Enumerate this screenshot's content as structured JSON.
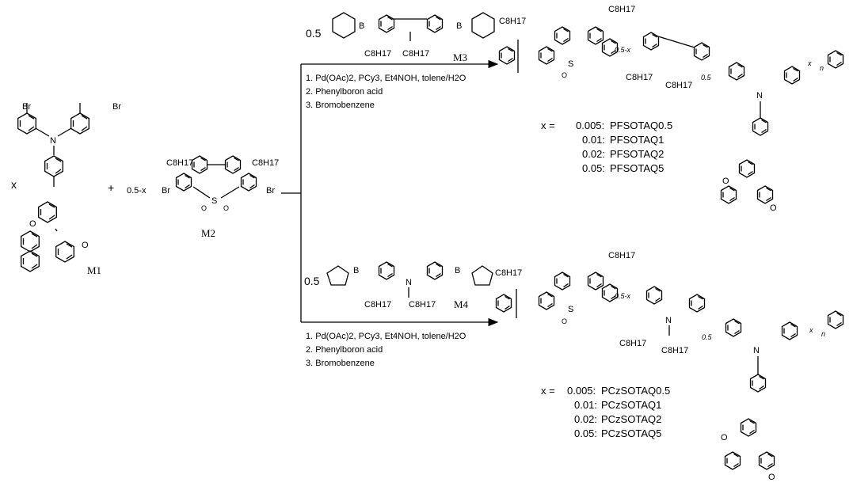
{
  "reactants": {
    "m1": {
      "label": "M1",
      "coef": "x",
      "br1": "Br",
      "br2": "Br",
      "n": "N",
      "o1": "O",
      "o2": "O"
    },
    "plus": "+",
    "m2": {
      "label": "M2",
      "coef": "0.5-x",
      "br1": "Br",
      "br2": "Br",
      "s": "S",
      "o1": "O",
      "o2": "O",
      "c1": "C8H17",
      "c2": "C8H17"
    }
  },
  "upper": {
    "reagent_coef": "0.5",
    "reagent_label": "M3",
    "b1": "B",
    "b2": "B",
    "o": "O",
    "alkyl1": "C8H17",
    "alkyl2": "C8H17",
    "conditions": [
      "1. Pd(OAc)2, PCy3, Et4NOH, tolene/H2O",
      "2. Phenylboron acid",
      "3. Bromobenzene"
    ],
    "product": {
      "c1": "C8H17",
      "c2": "C8H17",
      "c3": "C8H17",
      "c4": "C8H17",
      "sub1": "0.5-x",
      "sub2": "0.5",
      "sub3": "x",
      "sub4": "n",
      "s": "S",
      "o": "O",
      "n": "N"
    },
    "legend": {
      "prefix": "x =",
      "rows": [
        {
          "x": "0.005:",
          "name": "PFSOTAQ0.5"
        },
        {
          "x": "0.01:",
          "name": "PFSOTAQ1"
        },
        {
          "x": "0.02:",
          "name": "PFSOTAQ2"
        },
        {
          "x": "0.05:",
          "name": "PFSOTAQ5"
        }
      ]
    }
  },
  "lower": {
    "reagent_coef": "0.5",
    "reagent_label": "M4",
    "b1": "B",
    "b2": "B",
    "o": "O",
    "n": "N",
    "alkyl1": "C8H17",
    "alkyl2": "C8H17",
    "conditions": [
      "1. Pd(OAc)2, PCy3, Et4NOH, tolene/H2O",
      "2. Phenylboron acid",
      "3. Bromobenzene"
    ],
    "product": {
      "c1": "C8H17",
      "c2": "C8H17",
      "c3": "C8H17",
      "c4": "C8H17",
      "sub1": "0.5-x",
      "sub2": "0.5",
      "sub3": "x",
      "sub4": "n",
      "s": "S",
      "o": "O",
      "n": "N"
    },
    "legend": {
      "prefix": "x =",
      "rows": [
        {
          "x": "0.005:",
          "name": "PCzSOTAQ0.5"
        },
        {
          "x": "0.01:",
          "name": "PCzSOTAQ1"
        },
        {
          "x": "0.02:",
          "name": "PCzSOTAQ2"
        },
        {
          "x": "0.05:",
          "name": "PCzSOTAQ5"
        }
      ]
    }
  }
}
